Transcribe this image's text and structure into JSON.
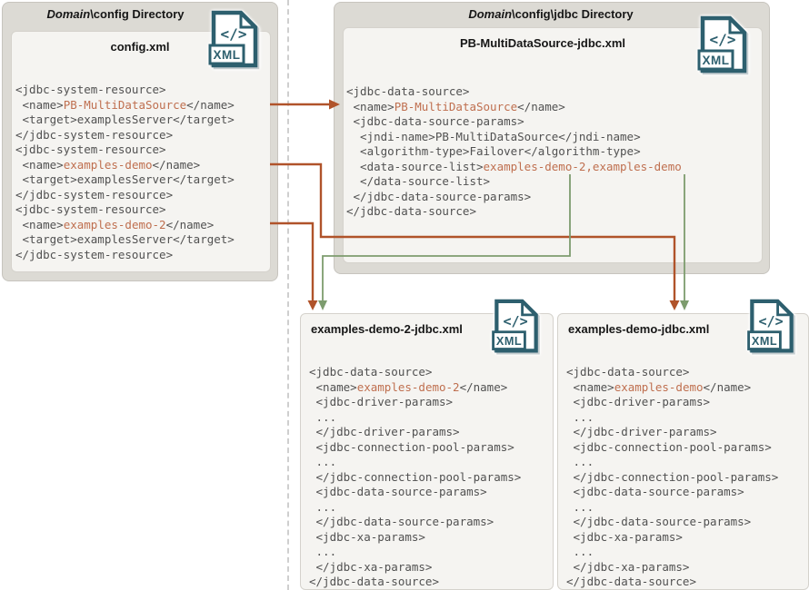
{
  "colors": {
    "accent_text": "#bf6f4f",
    "arrow_orange": "#b0532a",
    "arrow_green": "#7d9c6e",
    "icon_teal": "#2d5f6e",
    "code_text": "#515151",
    "outer_box_bg": "#dcdad4",
    "outer_box_border": "#c7c4be",
    "inner_box_bg": "#f5f4f1",
    "inner_box_border": "#d5d2cc",
    "title_text": "#161616",
    "separator": "#cfcfcf"
  },
  "icons": {
    "xml_file": {
      "code_glyph": "</>",
      "label": "XML"
    }
  },
  "config_dir": {
    "title_italic": "Domain",
    "title_rest": "\\config Directory",
    "file": {
      "title": "config.xml",
      "code": [
        [
          [
            "<jdbc-system-resource>",
            ""
          ]
        ],
        [
          [
            " <name>",
            ""
          ],
          [
            "PB-MultiDataSource",
            "accent"
          ],
          [
            "</name>",
            ""
          ]
        ],
        [
          [
            " <target>examplesServer</target>",
            ""
          ]
        ],
        [
          [
            "</jdbc-system-resource>",
            ""
          ]
        ],
        [
          [
            "<jdbc-system-resource>",
            ""
          ]
        ],
        [
          [
            " <name>",
            ""
          ],
          [
            "examples-demo",
            "accent"
          ],
          [
            "</name>",
            ""
          ]
        ],
        [
          [
            " <target>examplesServer</target>",
            ""
          ]
        ],
        [
          [
            "</jdbc-system-resource>",
            ""
          ]
        ],
        [
          [
            "<jdbc-system-resource>",
            ""
          ]
        ],
        [
          [
            " <name>",
            ""
          ],
          [
            "examples-demo-2",
            "accent"
          ],
          [
            "</name>",
            ""
          ]
        ],
        [
          [
            " <target>examplesServer</target>",
            ""
          ]
        ],
        [
          [
            "</jdbc-system-resource>",
            ""
          ]
        ]
      ]
    }
  },
  "jdbc_dir": {
    "title_italic": "Domain",
    "title_rest": "\\config\\jdbc Directory",
    "file": {
      "title": "PB-MultiDataSource-jdbc.xml",
      "code": [
        [
          [
            "<jdbc-data-source>",
            ""
          ]
        ],
        [
          [
            " <name>",
            ""
          ],
          [
            "PB-MultiDataSource",
            "accent"
          ],
          [
            "</name>",
            ""
          ]
        ],
        [
          [
            " <jdbc-data-source-params>",
            ""
          ]
        ],
        [
          [
            "  <jndi-name>PB-MultiDataSource</jndi-name>",
            ""
          ]
        ],
        [
          [
            "  <algorithm-type>Failover</algorithm-type>",
            ""
          ]
        ],
        [
          [
            "  <data-source-list>",
            ""
          ],
          [
            "examples-demo-2,examples-demo",
            "accent"
          ]
        ],
        [
          [
            "  </data-source-list>",
            ""
          ]
        ],
        [
          [
            " </jdbc-data-source-params>",
            ""
          ]
        ],
        [
          [
            "</jdbc-data-source>",
            ""
          ]
        ]
      ]
    }
  },
  "demo2_file": {
    "title": "examples-demo-2-jdbc.xml",
    "code": [
      [
        [
          "<jdbc-data-source>",
          ""
        ]
      ],
      [
        [
          " <name>",
          ""
        ],
        [
          "examples-demo-2",
          "accent"
        ],
        [
          "</name>",
          ""
        ]
      ],
      [
        [
          " <jdbc-driver-params>",
          ""
        ]
      ],
      [
        [
          " ...",
          ""
        ]
      ],
      [
        [
          " </jdbc-driver-params>",
          ""
        ]
      ],
      [
        [
          " <jdbc-connection-pool-params>",
          ""
        ]
      ],
      [
        [
          " ...",
          ""
        ]
      ],
      [
        [
          " </jdbc-connection-pool-params>",
          ""
        ]
      ],
      [
        [
          " <jdbc-data-source-params>",
          ""
        ]
      ],
      [
        [
          " ...",
          ""
        ]
      ],
      [
        [
          " </jdbc-data-source-params>",
          ""
        ]
      ],
      [
        [
          " <jdbc-xa-params>",
          ""
        ]
      ],
      [
        [
          " ...",
          ""
        ]
      ],
      [
        [
          " </jdbc-xa-params>",
          ""
        ]
      ],
      [
        [
          "</jdbc-data-source>",
          ""
        ]
      ]
    ]
  },
  "demo_file": {
    "title": "examples-demo-jdbc.xml",
    "code": [
      [
        [
          "<jdbc-data-source>",
          ""
        ]
      ],
      [
        [
          " <name>",
          ""
        ],
        [
          "examples-demo",
          "accent"
        ],
        [
          "</name>",
          ""
        ]
      ],
      [
        [
          " <jdbc-driver-params>",
          ""
        ]
      ],
      [
        [
          " ...",
          ""
        ]
      ],
      [
        [
          " </jdbc-driver-params>",
          ""
        ]
      ],
      [
        [
          " <jdbc-connection-pool-params>",
          ""
        ]
      ],
      [
        [
          " ...",
          ""
        ]
      ],
      [
        [
          " </jdbc-connection-pool-params>",
          ""
        ]
      ],
      [
        [
          " <jdbc-data-source-params>",
          ""
        ]
      ],
      [
        [
          " ...",
          ""
        ]
      ],
      [
        [
          " </jdbc-data-source-params>",
          ""
        ]
      ],
      [
        [
          " <jdbc-xa-params>",
          ""
        ]
      ],
      [
        [
          " ...",
          ""
        ]
      ],
      [
        [
          " </jdbc-xa-params>",
          ""
        ]
      ],
      [
        [
          "</jdbc-data-source>",
          ""
        ]
      ]
    ]
  }
}
